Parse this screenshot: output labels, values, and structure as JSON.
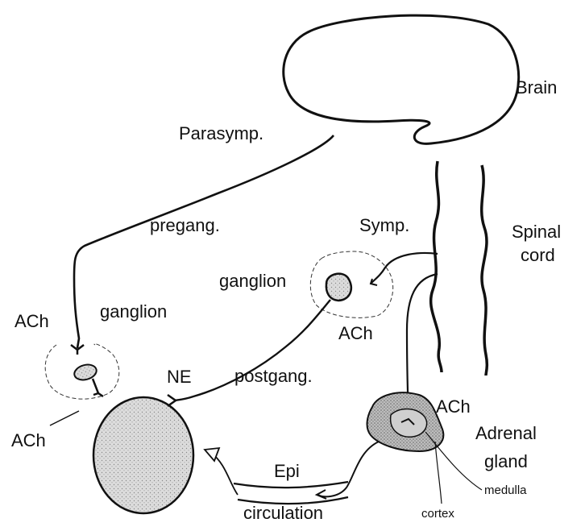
{
  "labels": {
    "brain": "Brain",
    "parasymp": "Parasymp.",
    "pregang": "pregang.",
    "symp": "Symp.",
    "spinal_1": "Spinal",
    "spinal_2": "cord",
    "ganglion_symp": "ganglion",
    "ganglion_para": "ganglion",
    "ach_para_top": "ACh",
    "ach_symp": "ACh",
    "ne": "NE",
    "postgang": "postgang.",
    "ach_para_bottom": "ACh",
    "ach_adrenal": "ACh",
    "adrenal_1": "Adrenal",
    "adrenal_2": "gland",
    "epi": "Epi",
    "circulation": "circulation",
    "medulla": "medulla",
    "cortex": "cortex"
  },
  "colors": {
    "ink": "#111111",
    "organ_fill": "#d6d6d6",
    "adrenal_fill": "#b5b5b5"
  }
}
